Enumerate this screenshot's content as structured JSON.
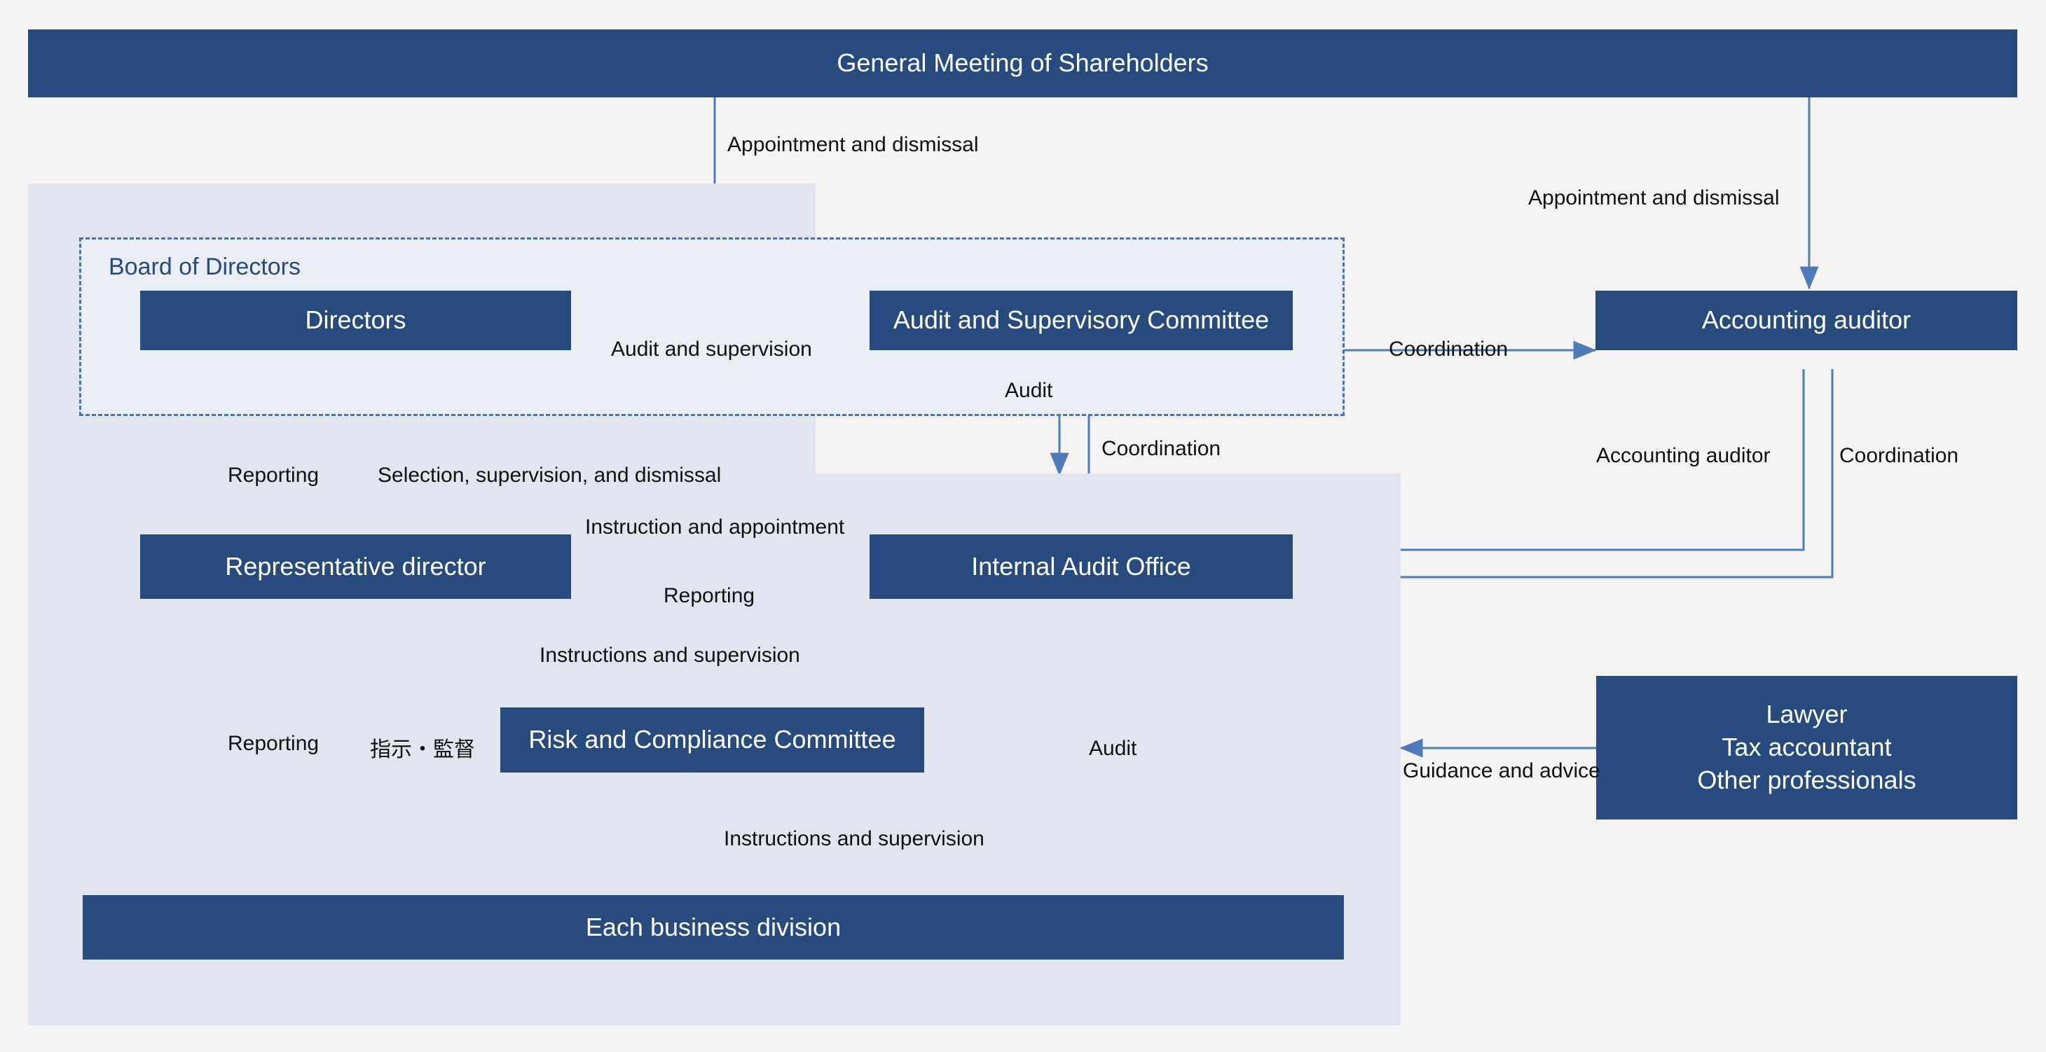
{
  "diagram": {
    "title": "Corporate Governance Structure",
    "colors": {
      "page_background": "#F4F3F1",
      "node_fill": "#274B7D",
      "node_text": "#FFFFFF",
      "region_outer": "#E0E5EF",
      "region_board": "#E9EDF5",
      "board_border": "#4774B5",
      "arrow": "#4E7CB8",
      "label_text": "#111111",
      "board_title_text": "#274B7D"
    },
    "regions": [
      {
        "key": "company_upper",
        "name": "company-region-upper"
      },
      {
        "key": "company_lower",
        "name": "company-region-lower"
      },
      {
        "key": "board_of_directors",
        "label": "Board of Directors"
      }
    ],
    "nodes": [
      {
        "key": "shareholders",
        "label": "General Meeting of Shareholders"
      },
      {
        "key": "directors",
        "label": "Directors"
      },
      {
        "key": "audit_committee",
        "label": "Audit and Supervisory Committee"
      },
      {
        "key": "accounting_auditor",
        "label": "Accounting auditor"
      },
      {
        "key": "representative_director",
        "label": "Representative director"
      },
      {
        "key": "internal_audit_office",
        "label": "Internal Audit Office"
      },
      {
        "key": "risk_committee",
        "label": "Risk and Compliance Committee"
      },
      {
        "key": "professionals",
        "label": "Lawyer\nTax accountant\nOther professionals"
      },
      {
        "key": "business_division",
        "label": "Each business division"
      }
    ],
    "edges": [
      {
        "key": "e_shareholders_board",
        "label": "Appointment and dismissal",
        "from": "shareholders",
        "to": "board_of_directors",
        "direction": "one-way"
      },
      {
        "key": "e_shareholders_auditor",
        "label": "Appointment and dismissal",
        "from": "shareholders",
        "to": "accounting_auditor",
        "direction": "one-way"
      },
      {
        "key": "e_committee_directors",
        "label": "Audit and supervision",
        "from": "audit_committee",
        "to": "directors",
        "direction": "one-way"
      },
      {
        "key": "e_auditor_committee",
        "label": "Coordination",
        "from": "accounting_auditor",
        "to": "audit_committee",
        "direction": "two-way"
      },
      {
        "key": "e_committee_audit",
        "label": "Audit",
        "from": "audit_committee",
        "to": "internal_audit_office",
        "direction": "one-way"
      },
      {
        "key": "e_committee_coord",
        "label": "Coordination",
        "from": "audit_committee",
        "to": "internal_audit_office",
        "direction": "two-way"
      },
      {
        "key": "e_repdir_reporting_up",
        "label": "Reporting",
        "from": "representative_director",
        "to": "board_of_directors",
        "direction": "one-way"
      },
      {
        "key": "e_board_selection",
        "label": "Selection, supervision, and dismissal",
        "from": "board_of_directors",
        "to": "representative_director",
        "direction": "one-way"
      },
      {
        "key": "e_repdir_instruction",
        "label": "Instruction and appointment",
        "from": "representative_director",
        "to": "internal_audit_office",
        "direction": "one-way"
      },
      {
        "key": "e_iao_reporting",
        "label": "Reporting",
        "from": "internal_audit_office",
        "to": "representative_director",
        "direction": "one-way"
      },
      {
        "key": "e_repdir_risk",
        "label": "Instructions and supervision",
        "from": "representative_director",
        "to": "risk_committee",
        "direction": "two-way"
      },
      {
        "key": "e_risk_division",
        "label": "Instructions and supervision",
        "from": "risk_committee",
        "to": "business_division",
        "direction": "two-way"
      },
      {
        "key": "e_division_reporting",
        "label": "Reporting",
        "from": "business_division",
        "to": "board_of_directors",
        "direction": "one-way"
      },
      {
        "key": "e_board_shiji",
        "label": "指示・監督",
        "from": "board_of_directors",
        "to": "business_division",
        "direction": "one-way"
      },
      {
        "key": "e_iao_audit_division",
        "label": "Audit",
        "from": "internal_audit_office",
        "to": "business_division",
        "direction": "one-way"
      },
      {
        "key": "e_auditor_iao",
        "label": "Accounting auditor",
        "from": "accounting_auditor",
        "to": "internal_audit_office",
        "direction": "one-way"
      },
      {
        "key": "e_auditor_iao_coord",
        "label": "Coordination",
        "from": "accounting_auditor",
        "to": "internal_audit_office",
        "direction": "one-way"
      },
      {
        "key": "e_prof_guidance",
        "label": "Guidance and advice",
        "from": "professionals",
        "to": "company_lower",
        "direction": "one-way"
      }
    ]
  }
}
